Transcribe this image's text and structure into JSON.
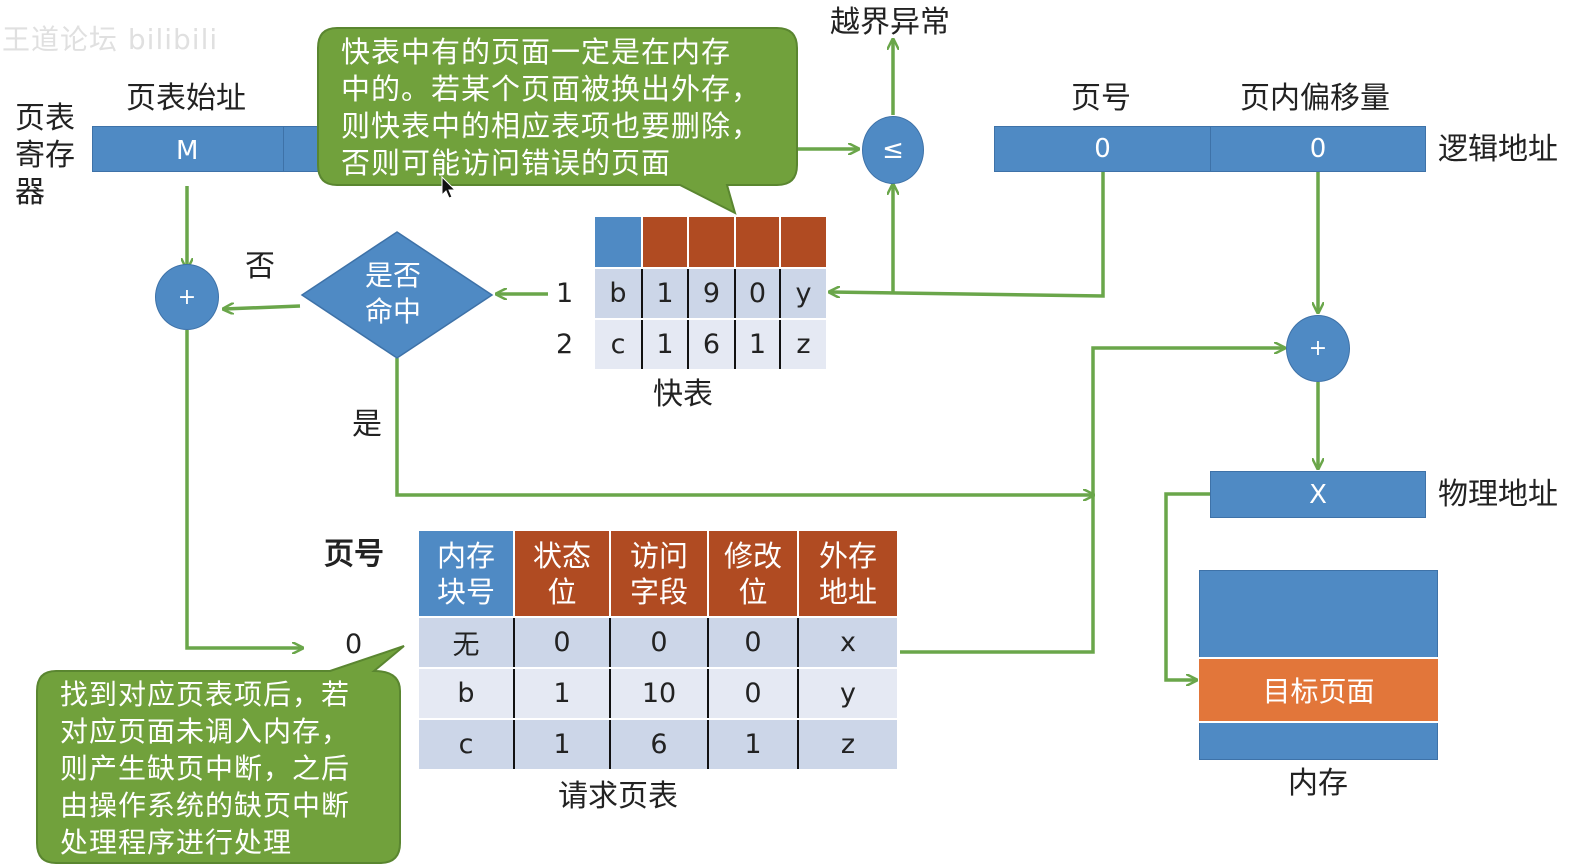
{
  "watermark": "王道论坛 bilibili",
  "register": {
    "label_lines": [
      "页表",
      "寄存",
      "器"
    ],
    "start_label": "页表始址",
    "start_value": "M"
  },
  "logical_address": {
    "page_no_label": "页号",
    "offset_label": "页内偏移量",
    "page_no_value": "0",
    "offset_value": "0",
    "label": "逻辑地址"
  },
  "compare": {
    "symbol": "≤",
    "exception_label": "越界异常"
  },
  "decision": {
    "lines": [
      "是否",
      "命中"
    ],
    "no_label": "否",
    "yes_label": "是"
  },
  "adders": {
    "left": "+",
    "right": "+"
  },
  "tlb": {
    "caption": "快表",
    "row_numbers": [
      "1",
      "2"
    ],
    "rows": [
      [
        "b",
        "1",
        "9",
        "0",
        "y"
      ],
      [
        "c",
        "1",
        "6",
        "1",
        "z"
      ]
    ]
  },
  "page_table": {
    "caption": "请求页表",
    "page_no_label": "页号",
    "row_label_0": "0",
    "headers": [
      "内存块号",
      "状态位",
      "访问字段",
      "修改位",
      "外存地址"
    ],
    "header_lines": [
      [
        "内存",
        "块号"
      ],
      [
        "状态",
        "位"
      ],
      [
        "访问",
        "字段"
      ],
      [
        "修改",
        "位"
      ],
      [
        "外存",
        "地址"
      ]
    ],
    "rows": [
      [
        "无",
        "0",
        "0",
        "0",
        "x"
      ],
      [
        "b",
        "1",
        "10",
        "0",
        "y"
      ],
      [
        "c",
        "1",
        "6",
        "1",
        "z"
      ]
    ]
  },
  "physical_address": {
    "value": "X",
    "label": "物理地址"
  },
  "memory": {
    "target_label": "目标页面",
    "caption": "内存"
  },
  "callouts": {
    "top_lines": [
      "快表中有的页面一定是在内存",
      "中的。若某个页面被换出外存，",
      "则快表中的相应表项也要删除，",
      "否则可能访问错误的页面"
    ],
    "bottom_lines": [
      "找到对应页表项后，若",
      "对应页面未调入内存，",
      "则产生缺页中断，之后",
      "由操作系统的缺页中断",
      "处理程序进行处理"
    ]
  },
  "colors": {
    "blue": "#4f8ac4",
    "rust": "#b04b22",
    "orange": "#e2763a",
    "green_callout": "#71a13c",
    "arrow_green": "#6aa64a"
  }
}
